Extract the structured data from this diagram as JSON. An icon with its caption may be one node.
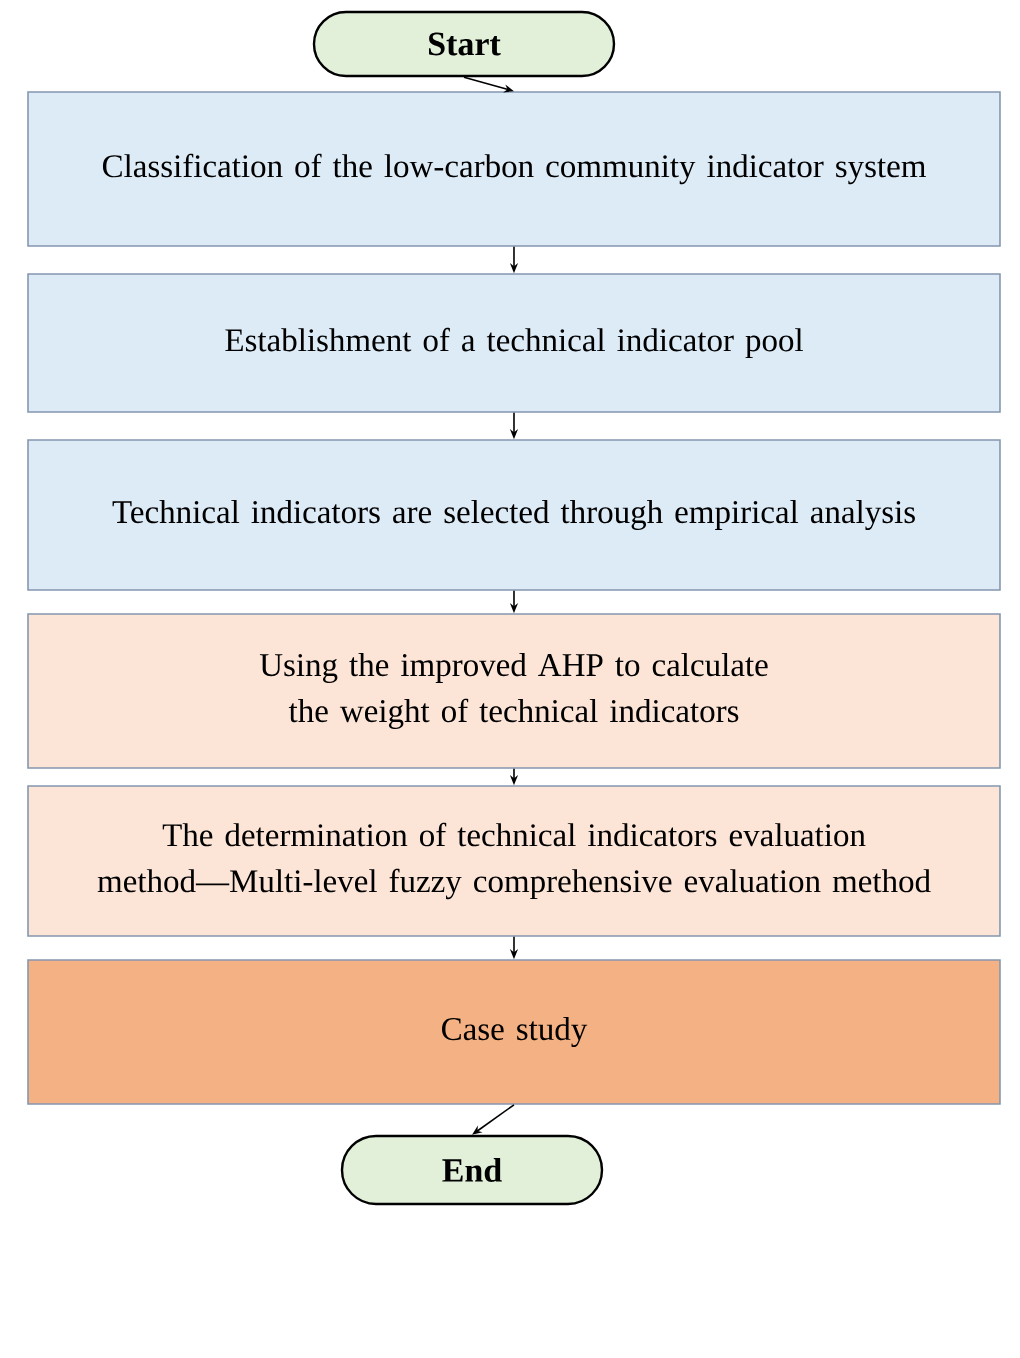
{
  "diagram": {
    "nodes": [
      {
        "text": [
          "Start"
        ]
      },
      {
        "text": [
          "Classification of the low-carbon community indicator system"
        ]
      },
      {
        "text": [
          "Establishment of a technical indicator pool"
        ]
      },
      {
        "text": [
          "Technical indicators are selected through empirical analysis"
        ]
      },
      {
        "text": [
          "Using the improved AHP to calculate the weight of technical indicators"
        ]
      },
      {
        "text": [
          "The determination of technical indicators evaluation method—Multi-level fuzzy comprehensive evaluation method"
        ]
      },
      {
        "text": [
          "Case study"
        ]
      },
      {
        "text": [
          "End"
        ]
      }
    ],
    "edges": [
      {
        "from": 0,
        "to": 1,
        "arrow": "to"
      },
      {
        "from": 1,
        "to": 2,
        "arrow": "to"
      },
      {
        "from": 2,
        "to": 3,
        "arrow": "to"
      },
      {
        "from": 3,
        "to": 4,
        "arrow": "to"
      },
      {
        "from": 4,
        "to": 5,
        "arrow": "to"
      },
      {
        "from": 5,
        "to": 6,
        "arrow": "to"
      },
      {
        "from": 6,
        "to": 7,
        "arrow": "to"
      }
    ]
  }
}
